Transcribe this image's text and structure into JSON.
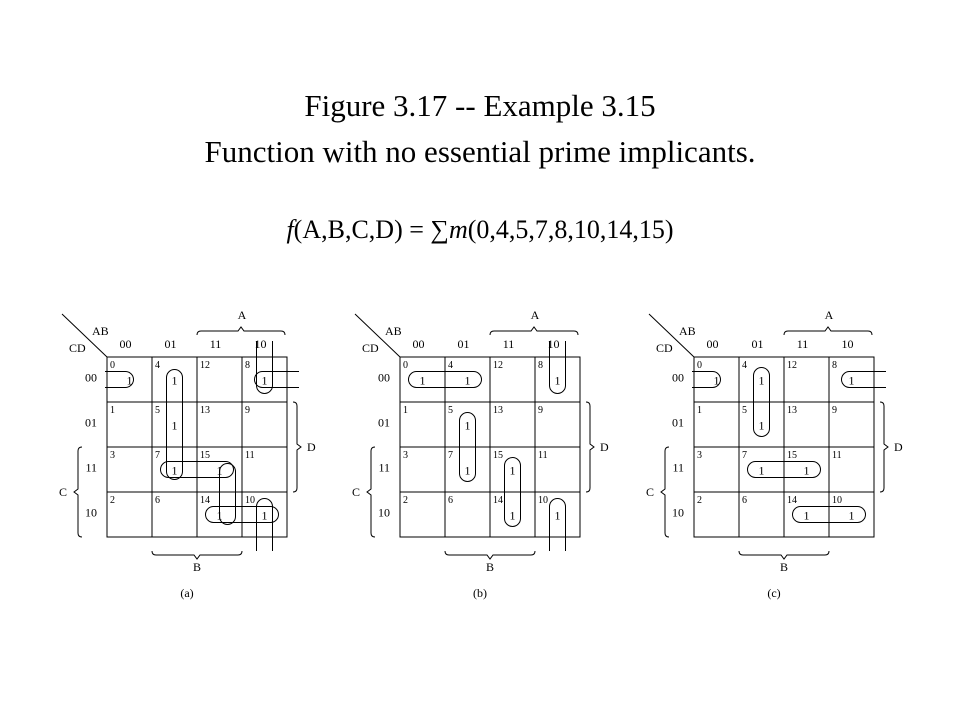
{
  "title": {
    "line1": "Figure 3.17 -- Example 3.15",
    "line2": "Function with no essential prime implicants."
  },
  "formula": {
    "fname": "f",
    "args": "(A,B,C,D) = ",
    "sigma": "∑",
    "mname": "m",
    "minterms": "(0,4,5,7,8,10,14,15)"
  },
  "kmap": {
    "row_var": "CD",
    "col_var": "AB",
    "col_headers": [
      "00",
      "01",
      "11",
      "10"
    ],
    "row_headers": [
      "00",
      "01",
      "11",
      "10"
    ],
    "cell_numbers": [
      [
        "0",
        "4",
        "12",
        "8"
      ],
      [
        "1",
        "5",
        "13",
        "9"
      ],
      [
        "3",
        "7",
        "15",
        "11"
      ],
      [
        "2",
        "6",
        "14",
        "10"
      ]
    ],
    "ones": [
      [
        0,
        0
      ],
      [
        0,
        1
      ],
      [
        0,
        3
      ],
      [
        1,
        1
      ],
      [
        2,
        1
      ],
      [
        2,
        2
      ],
      [
        3,
        2
      ],
      [
        3,
        3
      ]
    ],
    "one_label": "1",
    "var_a": "A",
    "var_b": "B",
    "var_c": "C",
    "var_d": "D"
  },
  "maps": [
    {
      "caption": "(a)"
    },
    {
      "caption": "(b)"
    },
    {
      "caption": "(c)"
    }
  ]
}
